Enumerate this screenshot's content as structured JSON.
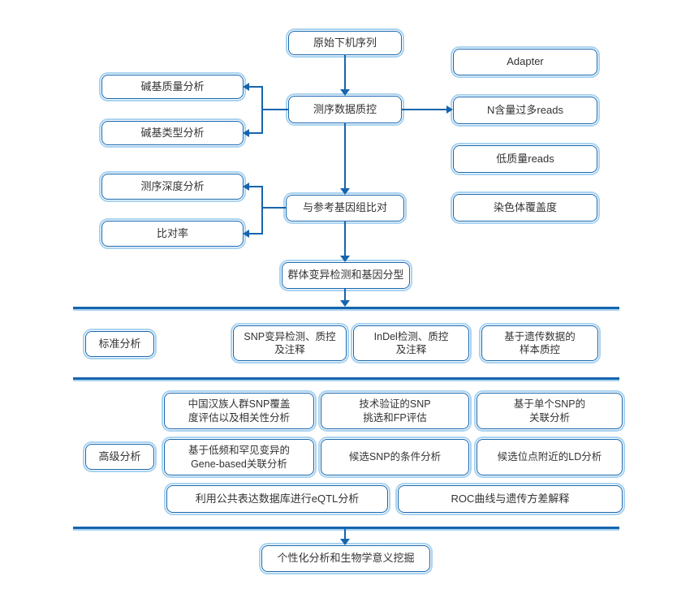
{
  "colors": {
    "dark_blue": "#1565ae",
    "light_blue": "#a9d3f0",
    "text": "#333333"
  },
  "pipeline": {
    "raw": "原始下机序列",
    "qc": "测序数据质控",
    "align": "与参考基因组比对",
    "variant": "群体变异检测和基因分型",
    "final": "个性化分析和生物学意义挖掘"
  },
  "qc_left": {
    "base_quality": "碱基质量分析",
    "base_type": "碱基类型分析"
  },
  "qc_right": {
    "adapter": "Adapter",
    "n_reads": "N含量过多reads",
    "low_quality": "低质量reads",
    "chrom_coverage": "染色体覆盖度"
  },
  "align_left": {
    "depth": "测序深度分析",
    "map_rate": "比对率"
  },
  "standard": {
    "label": "标准分析",
    "snp": "SNP变异检测、质控\n及注释",
    "indel": "InDel检测、质控\n及注释",
    "sample_qc": "基于遗传数据的\n样本质控"
  },
  "advanced": {
    "label": "高级分析",
    "han_snp": "中国汉族人群SNP覆盖\n度评估以及相关性分析",
    "tech_snp": "技术验证的SNP\n挑选和FP评估",
    "single_snp": "基于单个SNP的\n关联分析",
    "gene_based": "基于低频和罕见变异的\nGene-based关联分析",
    "conditional": "候选SNP的条件分析",
    "ld": "候选位点附近的LD分析",
    "eqtl": "利用公共表达数据库进行eQTL分析",
    "roc": "ROC曲线与遗传方差解释"
  }
}
